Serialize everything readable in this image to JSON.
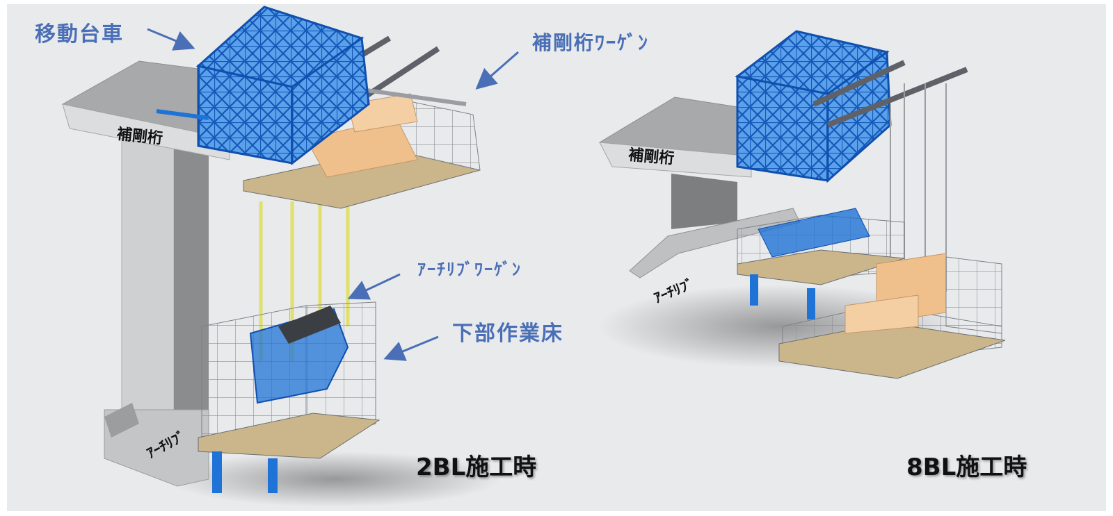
{
  "labels": {
    "moving_carriage": "移動台車",
    "stiffening_girder_wagen": "補剛桁ﾜｰｹﾞﾝ",
    "stiffening_girder_left": "補剛桁",
    "stiffening_girder_right": "補剛桁",
    "arch_rib_wagen": "ｱｰﾁﾘﾌﾞﾜｰｹﾞﾝ",
    "lower_work_floor": "下部作業床",
    "arch_rib_left": "ｱｰﾁﾘﾌﾞ",
    "arch_rib_right": "ｱｰﾁﾘﾌﾞ"
  },
  "captions": {
    "left": "2BL施工時",
    "right": "8BL施工時"
  },
  "colors": {
    "background": "#e9eaec",
    "annotation_blue": "#4a6fb6",
    "frame_blue": "#1f73d6",
    "concrete": "#c8c9cb",
    "concrete_dark": "#7d7e80",
    "deck_tan": "#cbb58a",
    "plate_orange": "#f0c08c",
    "scaffold_gray": "#8a8f94",
    "hanger_yellow": "#e0e06a"
  }
}
